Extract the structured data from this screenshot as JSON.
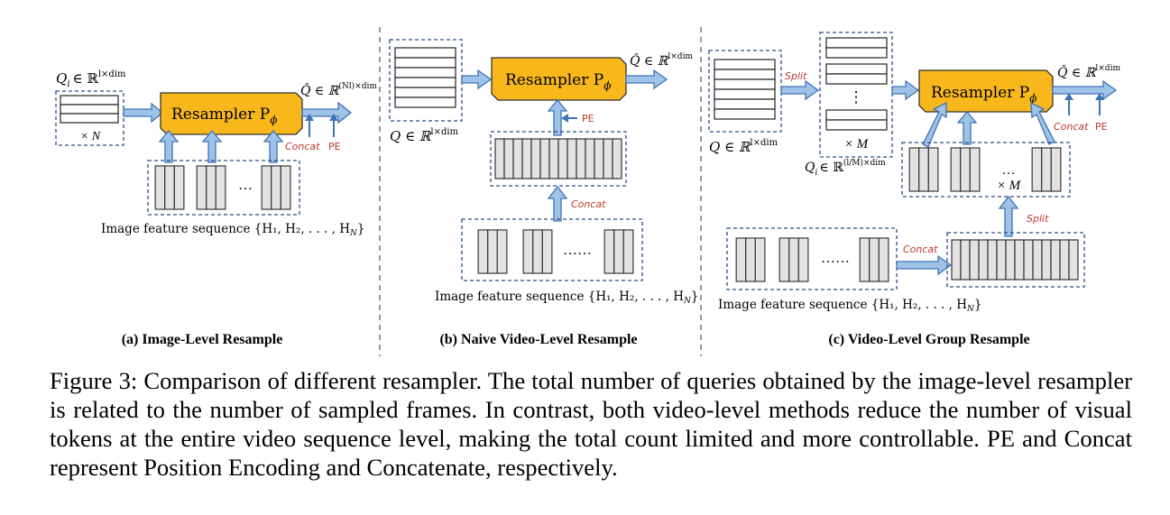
{
  "panels": {
    "a": {
      "title": "(a) Image-Level Resample",
      "resampler_label": "Resampler P",
      "resampler_sub": "ϕ",
      "query_label": "Q",
      "query_sub": "i",
      "query_space": "∈ ℝ",
      "query_sup": "l×dim",
      "repeat_label": "× N",
      "output_label": "Q̂ ∈ ℝ",
      "output_sup": "(Nl)×dim",
      "concat_label": "Concat",
      "pe_label": "PE",
      "dots_label": "…",
      "sequence_label": "Image feature sequence {H₁, H₂, . . . , H",
      "sequence_sub": "N",
      "sequence_close": "}"
    },
    "b": {
      "title": "(b) Naive Video-Level Resample",
      "resampler_label": "Resampler P",
      "resampler_sub": "ϕ",
      "query_label": "Q ∈ ℝ",
      "query_sup": "l×dim",
      "output_label": "Q̂ ∈ ℝ",
      "output_sup": "l×dim",
      "pe_label": "PE",
      "concat_label": "Concat",
      "dots_label": "……",
      "sequence_label": "Image feature sequence {H₁, H₂, . . . , H",
      "sequence_sub": "N",
      "sequence_close": "}"
    },
    "c": {
      "title": "(c) Video-Level Group Resample",
      "resampler_label": "Resampler P",
      "resampler_sub": "ϕ",
      "query_label": "Q ∈ ℝ",
      "query_sup": "l×dim",
      "split_label_top": "Split",
      "vdots_label": "⋮",
      "repeat_label": "× M",
      "sub_query_label": "Q",
      "sub_query_sub": "i",
      "sub_query_space": "∈ ℝ",
      "sub_query_sup": "(l/M)×dim",
      "output_label": "Q̂ ∈ ℝ",
      "output_sup": "l×dim",
      "concat_label_top": "Concat",
      "pe_label": "PE",
      "group_dots": "…",
      "group_repeat": "× M",
      "split_label_mid": "Split",
      "concat_label_bottom": "Concat",
      "dots_label": "……",
      "sequence_label": "Image feature sequence {H₁, H₂, . . . , H",
      "sequence_sub": "N",
      "sequence_close": "}"
    }
  },
  "caption": "Figure 3: Comparison of different resampler. The total number of queries obtained by the image-level resampler is related to the number of sampled frames. In contrast, both video-level methods reduce the number of visual tokens at the entire video sequence level, making the total count limited and more controllable. PE and Concat represent Position Encoding and Concatenate, respectively.",
  "colors": {
    "resampler_fill": "#f8b81c",
    "arrow_fill": "#9ec3e6",
    "arrow_stroke": "#3f73b8",
    "dashed_border": "#2b4d86",
    "feature_fill": "#e3e3e3",
    "annotation_red": "#c0392b",
    "divider": "#555555"
  }
}
